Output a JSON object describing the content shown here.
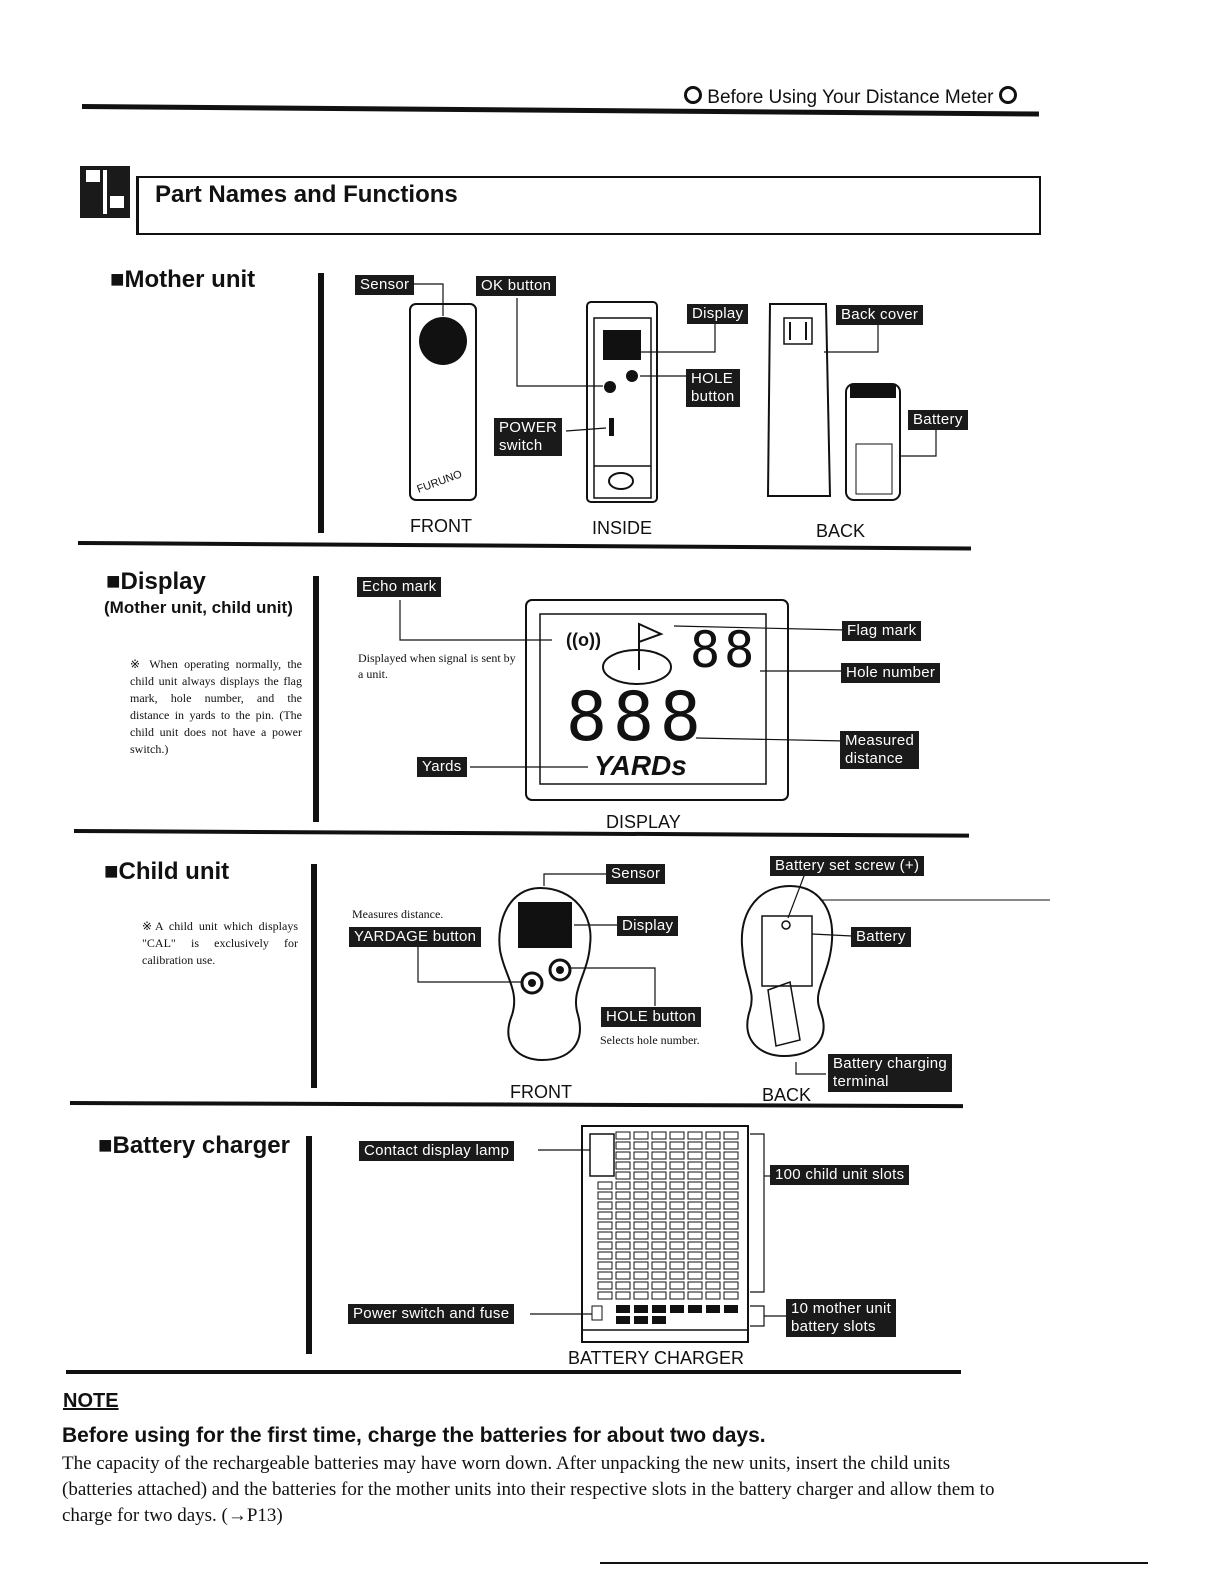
{
  "header": {
    "running_title": "Before Using Your Distance Meter"
  },
  "section": {
    "title": "Part Names and Functions"
  },
  "mother_unit": {
    "heading": "Mother unit",
    "labels": {
      "sensor": "Sensor",
      "ok_button": "OK button",
      "display": "Display",
      "hole_button": "HOLE\nbutton",
      "power_switch": "POWER\nswitch",
      "back_cover": "Back cover",
      "battery": "Battery"
    },
    "brand": "FURUNO",
    "captions": {
      "front": "FRONT",
      "inside": "INSIDE",
      "back": "BACK"
    }
  },
  "display": {
    "heading": "Display",
    "subheading": "(Mother unit, child unit)",
    "note": "※ When operating normally, the child unit always displays the flag mark, hole number, and the distance in yards to the pin. (The child unit does not have a power switch.)",
    "labels": {
      "echo_mark": "Echo mark",
      "flag_mark": "Flag mark",
      "hole_number": "Hole number",
      "measured_distance": "Measured\ndistance",
      "yards": "Yards"
    },
    "echo_desc": "Displayed when signal is sent by a unit.",
    "lcd": {
      "echo": "((o))",
      "hole_digits": "88",
      "distance_digits": "888",
      "unit": "YARDs"
    },
    "caption": "DISPLAY"
  },
  "child_unit": {
    "heading": "Child unit",
    "note": "※A child unit which displays \"CAL\" is exclusively for calibration use.",
    "labels": {
      "sensor": "Sensor",
      "display": "Display",
      "yardage_button": "YARDAGE button",
      "hole_button": "HOLE button",
      "battery_set_screw": "Battery set screw (+)",
      "battery": "Battery",
      "battery_charging_terminal": "Battery charging\nterminal"
    },
    "yardage_desc": "Measures distance.",
    "hole_desc": "Selects hole number.",
    "captions": {
      "front": "FRONT",
      "back": "BACK"
    }
  },
  "battery_charger": {
    "heading": "Battery charger",
    "labels": {
      "contact_display_lamp": "Contact display lamp",
      "child_slots": "100 child unit slots",
      "power_switch_fuse": "Power switch and fuse",
      "mother_slots": "10 mother unit\nbattery slots"
    },
    "caption": "BATTERY CHARGER"
  },
  "note": {
    "heading": "NOTE",
    "bold": "Before using for the first time, charge the batteries for about two days.",
    "body": "The capacity of the rechargeable batteries may have worn down. After unpacking the new units, insert the child units (batteries attached) and the batteries for the mother units into their respective slots in the battery charger and allow them to charge for two days. (→P13)"
  }
}
